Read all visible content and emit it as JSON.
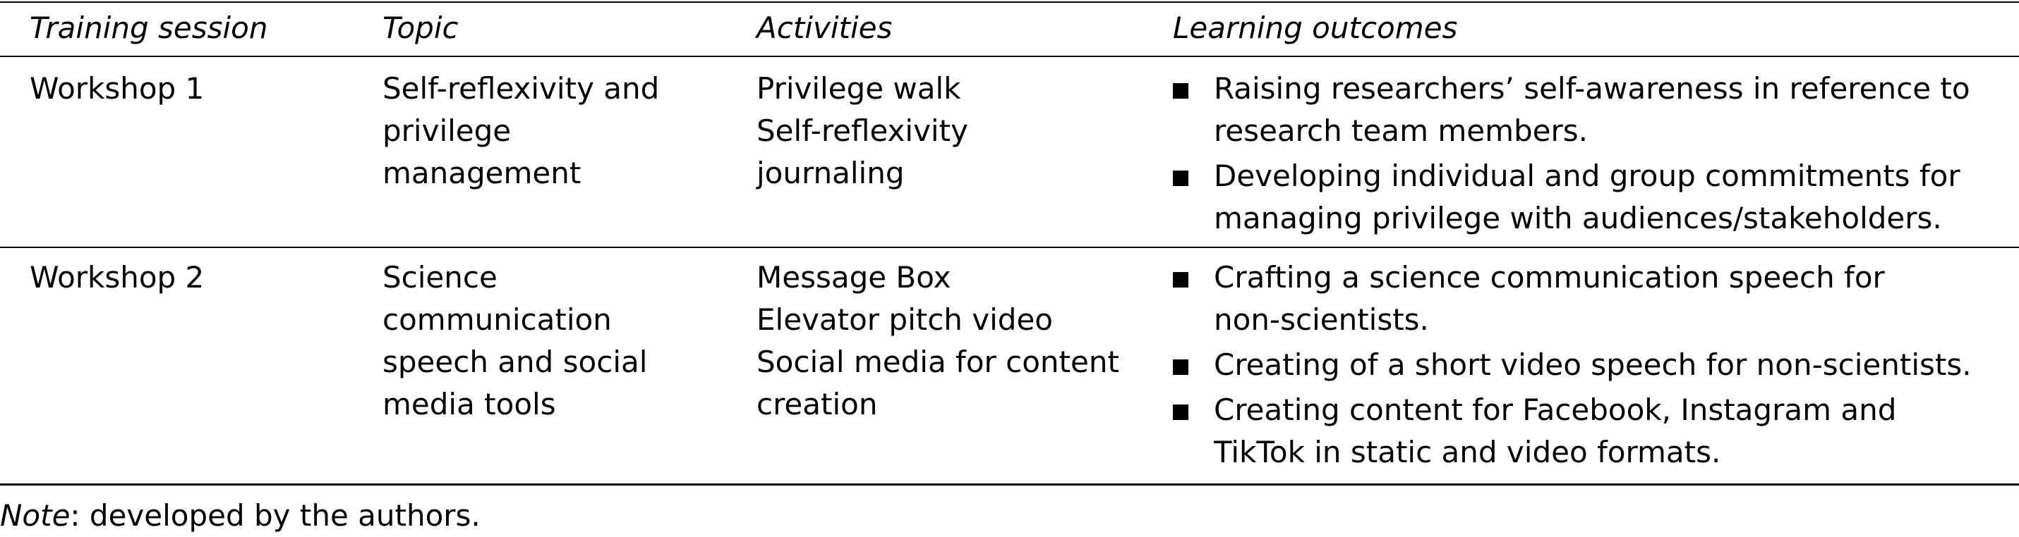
{
  "table": {
    "headers": [
      "Training session",
      "Topic",
      "Activities",
      "Learning outcomes"
    ],
    "rows": [
      {
        "session": "Workshop 1",
        "topic_lines": [
          "Self-reflexivity and",
          "privilege",
          "management"
        ],
        "activities": [
          "Privilege walk",
          "Self-reflexivity",
          "journaling"
        ],
        "outcomes": [
          [
            "Raising researchers’ self-awareness in reference to",
            "research team members."
          ],
          [
            "Developing individual and group commitments for",
            "managing privilege with audiences/stakeholders."
          ]
        ]
      },
      {
        "session": "Workshop 2",
        "topic_lines": [
          "Science",
          "communication",
          "speech and social",
          "media tools"
        ],
        "activities": [
          "Message Box",
          "Elevator pitch video",
          "Social media for content",
          "creation"
        ],
        "outcomes": [
          [
            "Crafting a science communication speech for",
            "non-scientists."
          ],
          [
            "Creating of a short video speech for non-scientists."
          ],
          [
            "Creating content for Facebook, Instagram and",
            "TikTok in static and video formats."
          ]
        ]
      }
    ],
    "note_label": "Note",
    "note_text": ": developed by the authors."
  }
}
